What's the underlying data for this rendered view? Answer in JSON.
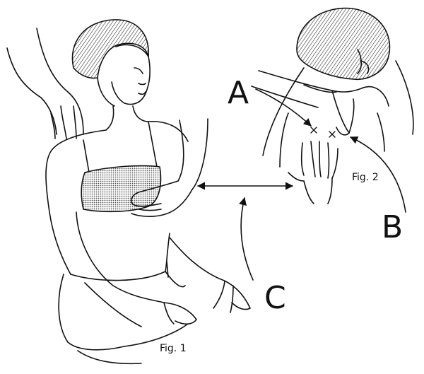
{
  "labels": {
    "a": "A",
    "b": "B",
    "c": "C"
  },
  "captions": {
    "fig1": "Fig. 1",
    "fig2": "Fig. 2"
  },
  "colors": {
    "ink": "#111111",
    "shade": "#9a9a9a",
    "paper": "#ffffff"
  }
}
